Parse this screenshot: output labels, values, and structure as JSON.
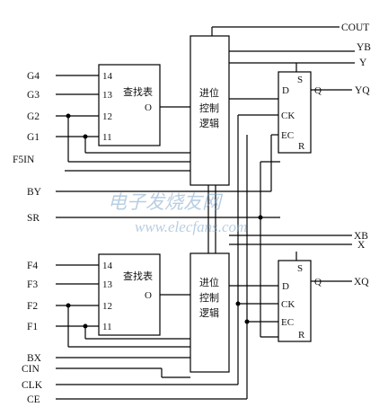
{
  "lut_top": {
    "inputs": [
      "G4",
      "G3",
      "G2",
      "G1"
    ],
    "pins": [
      "14",
      "13",
      "12",
      "11"
    ],
    "title": "查找表",
    "output": "O"
  },
  "lut_bottom": {
    "inputs": [
      "F4",
      "F3",
      "F2",
      "F1"
    ],
    "pins": [
      "14",
      "13",
      "12",
      "11"
    ],
    "title": "查找表",
    "output": "O"
  },
  "carry_top": {
    "lines": [
      "进位",
      "控制",
      "逻辑"
    ]
  },
  "carry_bottom": {
    "lines": [
      "进位",
      "控制",
      "逻辑"
    ]
  },
  "ff_top": {
    "d": "D",
    "s": "S",
    "q": "Q",
    "ck": "CK",
    "ec": "EC",
    "r": "R"
  },
  "ff_bottom": {
    "d": "D",
    "s": "S",
    "q": "Q",
    "ck": "CK",
    "ec": "EC",
    "r": "R"
  },
  "left_inputs": {
    "f5in": "F5IN",
    "by": "BY",
    "sr": "SR",
    "bx": "BX",
    "cin": "CIN",
    "clk": "CLK",
    "ce": "CE"
  },
  "right_outputs": {
    "cout": "COUT",
    "yb": "YB",
    "y": "Y",
    "yq": "YQ",
    "xb": "XB",
    "x": "X",
    "xq": "XQ"
  },
  "watermark": {
    "cn": "电子发烧友网",
    "url": "www.elecfans.com"
  }
}
